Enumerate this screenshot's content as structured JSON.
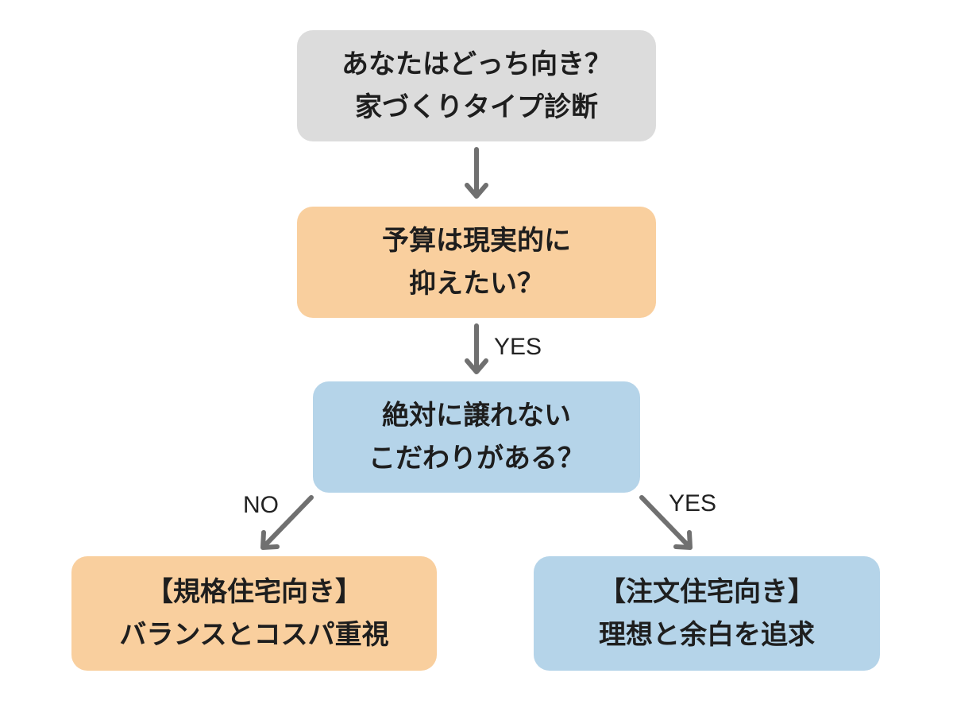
{
  "colors": {
    "title_box": "#dcdcdc",
    "orange_box": "#f9cf9e",
    "blue_box": "#b5d4e9",
    "arrow": "#707070",
    "text": "#1e1e1e"
  },
  "nodes": {
    "title": {
      "line1": "あなたはどっち向き？",
      "line2": "家づくりタイプ診断"
    },
    "budget": {
      "line1": "予算は現実的に",
      "line2": "抑えたい？"
    },
    "kodawari": {
      "line1": "絶対に譲れない",
      "line2": "こだわりがある？"
    },
    "kikaku": {
      "line1": "【規格住宅向き】",
      "line2": "バランスとコスパ重視"
    },
    "chumon": {
      "line1": "【注文住宅向き】",
      "line2": "理想と余白を追求"
    }
  },
  "edges": {
    "budget_to_kodawari": "YES",
    "kodawari_to_kikaku": "NO",
    "kodawari_to_chumon": "YES"
  }
}
